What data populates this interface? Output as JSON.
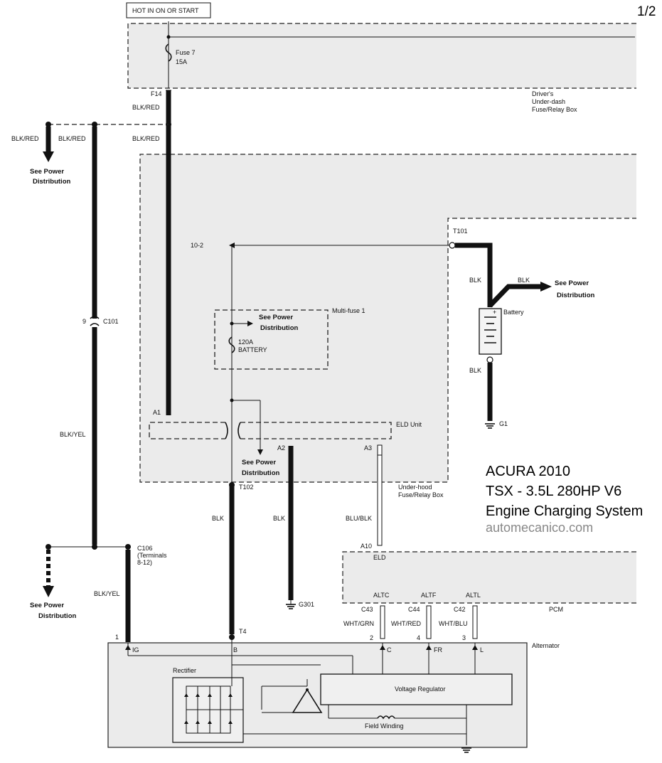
{
  "page": {
    "number": "1/2",
    "header_note": "HOT IN ON OR START"
  },
  "title": {
    "make_year": "ACURA 2010",
    "model": "TSX - 3.5L 280HP V6",
    "system": "Engine Charging System",
    "site": "automecanico.com"
  },
  "components": {
    "fuse_box_dash": "Driver's",
    "fuse_box_dash_2": "Under-dash",
    "fuse_box_dash_3": "Fuse/Relay Box",
    "fuse": "Fuse 7",
    "fuse_rating": "15A",
    "multi_fuse": "Multi-fuse 1",
    "multi_fuse_rating": "120A",
    "multi_fuse_name": "BATTERY",
    "underhood_box": "Under-hood",
    "underhood_box_2": "Fuse/Relay Box",
    "eld_unit": "ELD Unit",
    "battery": "Battery",
    "pcm": "PCM",
    "alternator": "Alternator",
    "rectifier": "Rectifier",
    "voltage_regulator": "Voltage Regulator",
    "field_winding": "Field Winding",
    "see_power": "See Power",
    "distribution": "Distribution"
  },
  "connectors": {
    "f14": "F14",
    "a1": "A1",
    "a2": "A2",
    "a3": "A3",
    "a10": "A10",
    "eld": "ELD",
    "t101": "T101",
    "t102": "T102",
    "t4": "T4",
    "ref": "10-2",
    "c101": "C101",
    "c101_pin": "9",
    "c106": "C106",
    "c106_terms": "(Terminals",
    "c106_range": "8-12)",
    "c106_pin": "1",
    "c43": "C43",
    "c44": "C44",
    "c42": "C42",
    "altc": "ALTC",
    "altf": "ALTF",
    "altl": "ALTL",
    "pin2": "2",
    "pin4": "4",
    "pin3": "3",
    "term_ig": "IG",
    "term_b": "B",
    "term_c": "C",
    "term_fr": "FR",
    "term_l": "L",
    "g1": "G1",
    "g301": "G301"
  },
  "wires": {
    "blk_red": "BLK/RED",
    "blk_yel": "BLK/YEL",
    "blk": "BLK",
    "blu_blk": "BLU/BLK",
    "wht_grn": "WHT/GRN",
    "wht_red": "WHT/RED",
    "wht_blu": "WHT/BLU"
  }
}
